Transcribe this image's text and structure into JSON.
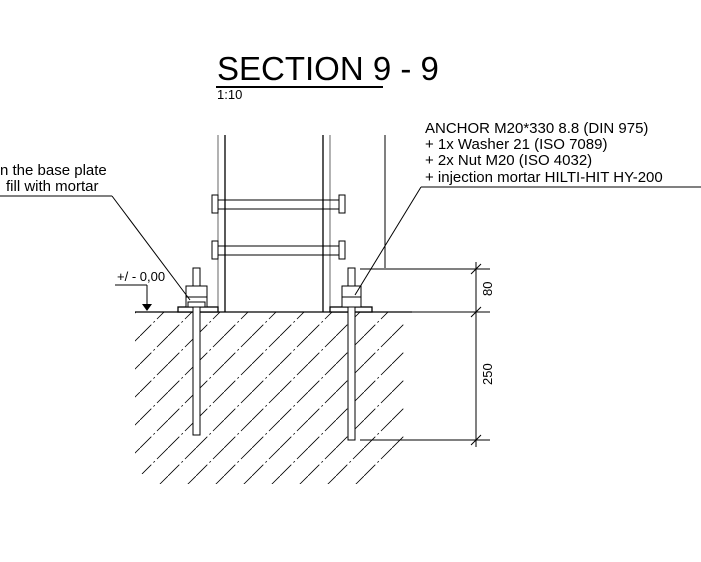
{
  "title": "SECTION 9 - 9",
  "scale": "1:10",
  "level_label": "+/ - 0,00",
  "left_note": {
    "line1": "n the base plate",
    "line2": "fill with mortar"
  },
  "anchor_note": {
    "line1": "ANCHOR M20*330 8.8 (DIN 975)",
    "line2": "+ 1x Washer 21 (ISO 7089)",
    "line3": "+ 2x Nut M20 (ISO 4032)",
    "line4": "+ injection mortar HILTI-HIT HY-200"
  },
  "dimensions": {
    "upper": "80",
    "lower": "250"
  }
}
